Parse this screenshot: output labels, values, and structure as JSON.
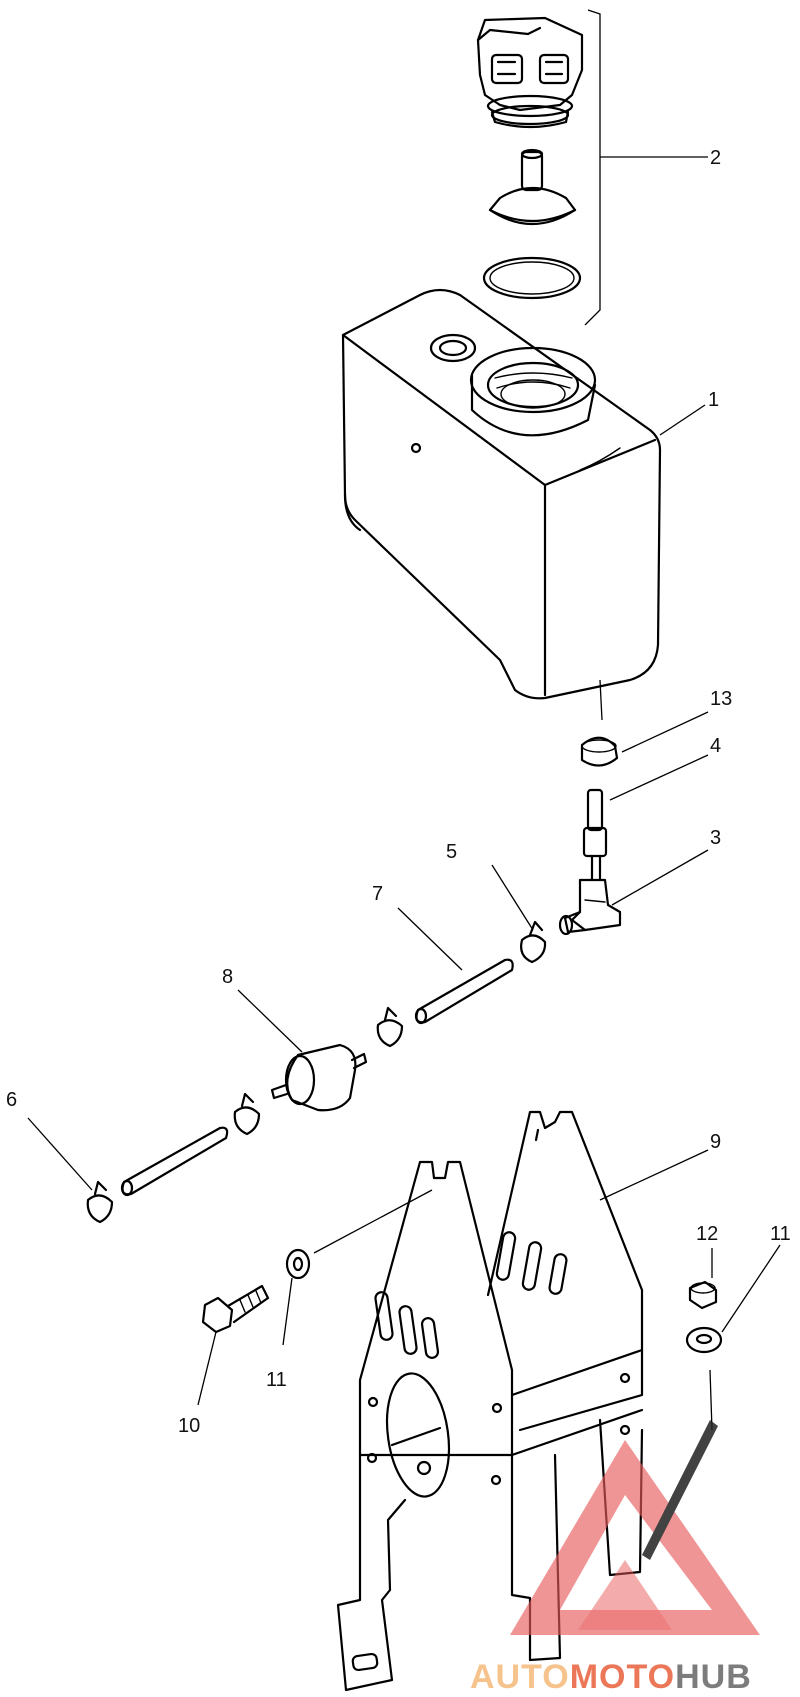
{
  "callouts": [
    "1",
    "2",
    "3",
    "4",
    "5",
    "6",
    "7",
    "8",
    "9",
    "10",
    "11",
    "11",
    "12",
    "13"
  ],
  "watermark": {
    "part1": "AUTO",
    "part2": "MOTO",
    "part3": "HUB",
    "color_light": "#f5b97a",
    "color_mid": "#e8603c",
    "color_dark": "#666666",
    "triangle_color": "#e65a5a"
  }
}
